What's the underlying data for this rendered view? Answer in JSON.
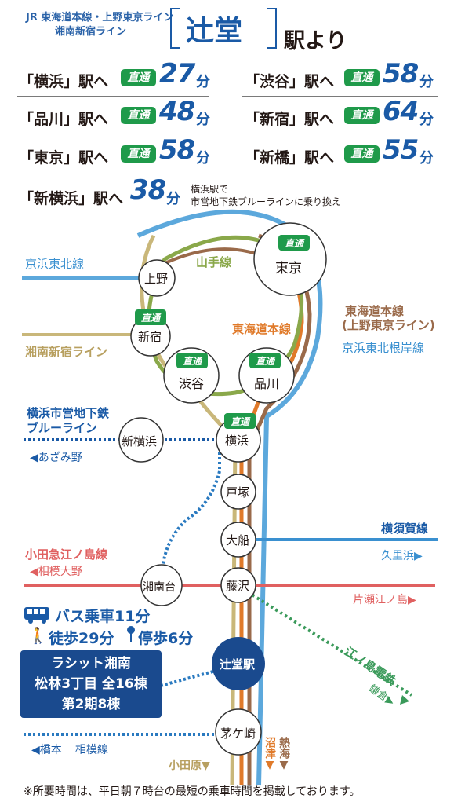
{
  "header": {
    "line1": "JR 東海道本線・上野東京ライン",
    "line2": "湘南新宿ライン",
    "station": "辻堂",
    "suffix": "駅より"
  },
  "times": [
    {
      "dest": "「横浜」駅へ",
      "badge": "直通",
      "minutes": "27",
      "unit": "分"
    },
    {
      "dest": "「渋谷」駅へ",
      "badge": "直通",
      "minutes": "58",
      "unit": "分"
    },
    {
      "dest": "「品川」駅へ",
      "badge": "直通",
      "minutes": "48",
      "unit": "分"
    },
    {
      "dest": "「新宿」駅へ",
      "badge": "直通",
      "minutes": "64",
      "unit": "分"
    },
    {
      "dest": "「東京」駅へ",
      "badge": "直通",
      "minutes": "58",
      "unit": "分"
    },
    {
      "dest": "「新橋」駅へ",
      "badge": "直通",
      "minutes": "55",
      "unit": "分"
    }
  ],
  "shinyokohama": {
    "dest": "「新横浜」駅へ",
    "minutes": "38",
    "unit": "分",
    "note1": "横浜駅で",
    "note2": "市営地下鉄ブルーラインに乗り換え"
  },
  "map": {
    "lines": {
      "keihin_tohoku": "京浜東北線",
      "yamanote": "山手線",
      "tokaido_top": "東海道本線",
      "ueno_tokyo": "(上野東京ライン)",
      "tokaido_mid": "東海道本線",
      "negishi": "京浜東北根岸線",
      "shonan_shinjuku": "湘南新宿ライン",
      "blue_line_1": "横浜市営地下鉄",
      "blue_line_2": "ブルーライン",
      "azamino": "◀あざみ野",
      "yokosuka": "横須賀線",
      "kurihama": "久里浜▶",
      "odakyu": "小田急江ノ島線",
      "sagami_ono": "◀相模大野",
      "katase": "片瀬江ノ島▶",
      "enoden": "江ノ島電鉄",
      "kamakura": "鎌倉▶",
      "hashimoto": "◀橋本",
      "sagami_line": "相模線",
      "odawara": "小田原▼",
      "numazu": "沼津▼",
      "atami": "熱海▼"
    },
    "stations": {
      "ueno": "上野",
      "tokyo": "東京",
      "shinjuku": "新宿",
      "shibuya": "渋谷",
      "shinagawa": "品川",
      "shinyokohama": "新横浜",
      "yokohama": "横浜",
      "totsuka": "戸塚",
      "ofuna": "大船",
      "shonandai": "湘南台",
      "fujisawa": "藤沢",
      "tsujido": "辻堂駅",
      "chigasaki": "茅ケ崎"
    },
    "direct_badge": "直通"
  },
  "access": {
    "bus": "バス乗車11分",
    "walk": "徒歩29分",
    "stop": "停歩6分"
  },
  "property": {
    "line1": "ラシット湘南",
    "line2": "松林3丁目 全16棟",
    "line3": "第2期8棟"
  },
  "footer": "※所要時間は、平日朝７時台の最短の乗車時間を掲載しております。",
  "colors": {
    "brand_blue": "#1a5aa6",
    "direct_green": "#1f9a4a",
    "keihin_blue": "#5ca8dc",
    "yamanote_green": "#8aa84a",
    "tokaido_orange": "#e07a2a",
    "shonan_tan": "#c9b77a",
    "odakyu_red": "#e06060",
    "enoden_green": "#3a9a5a",
    "brown": "#9a6a4a"
  }
}
